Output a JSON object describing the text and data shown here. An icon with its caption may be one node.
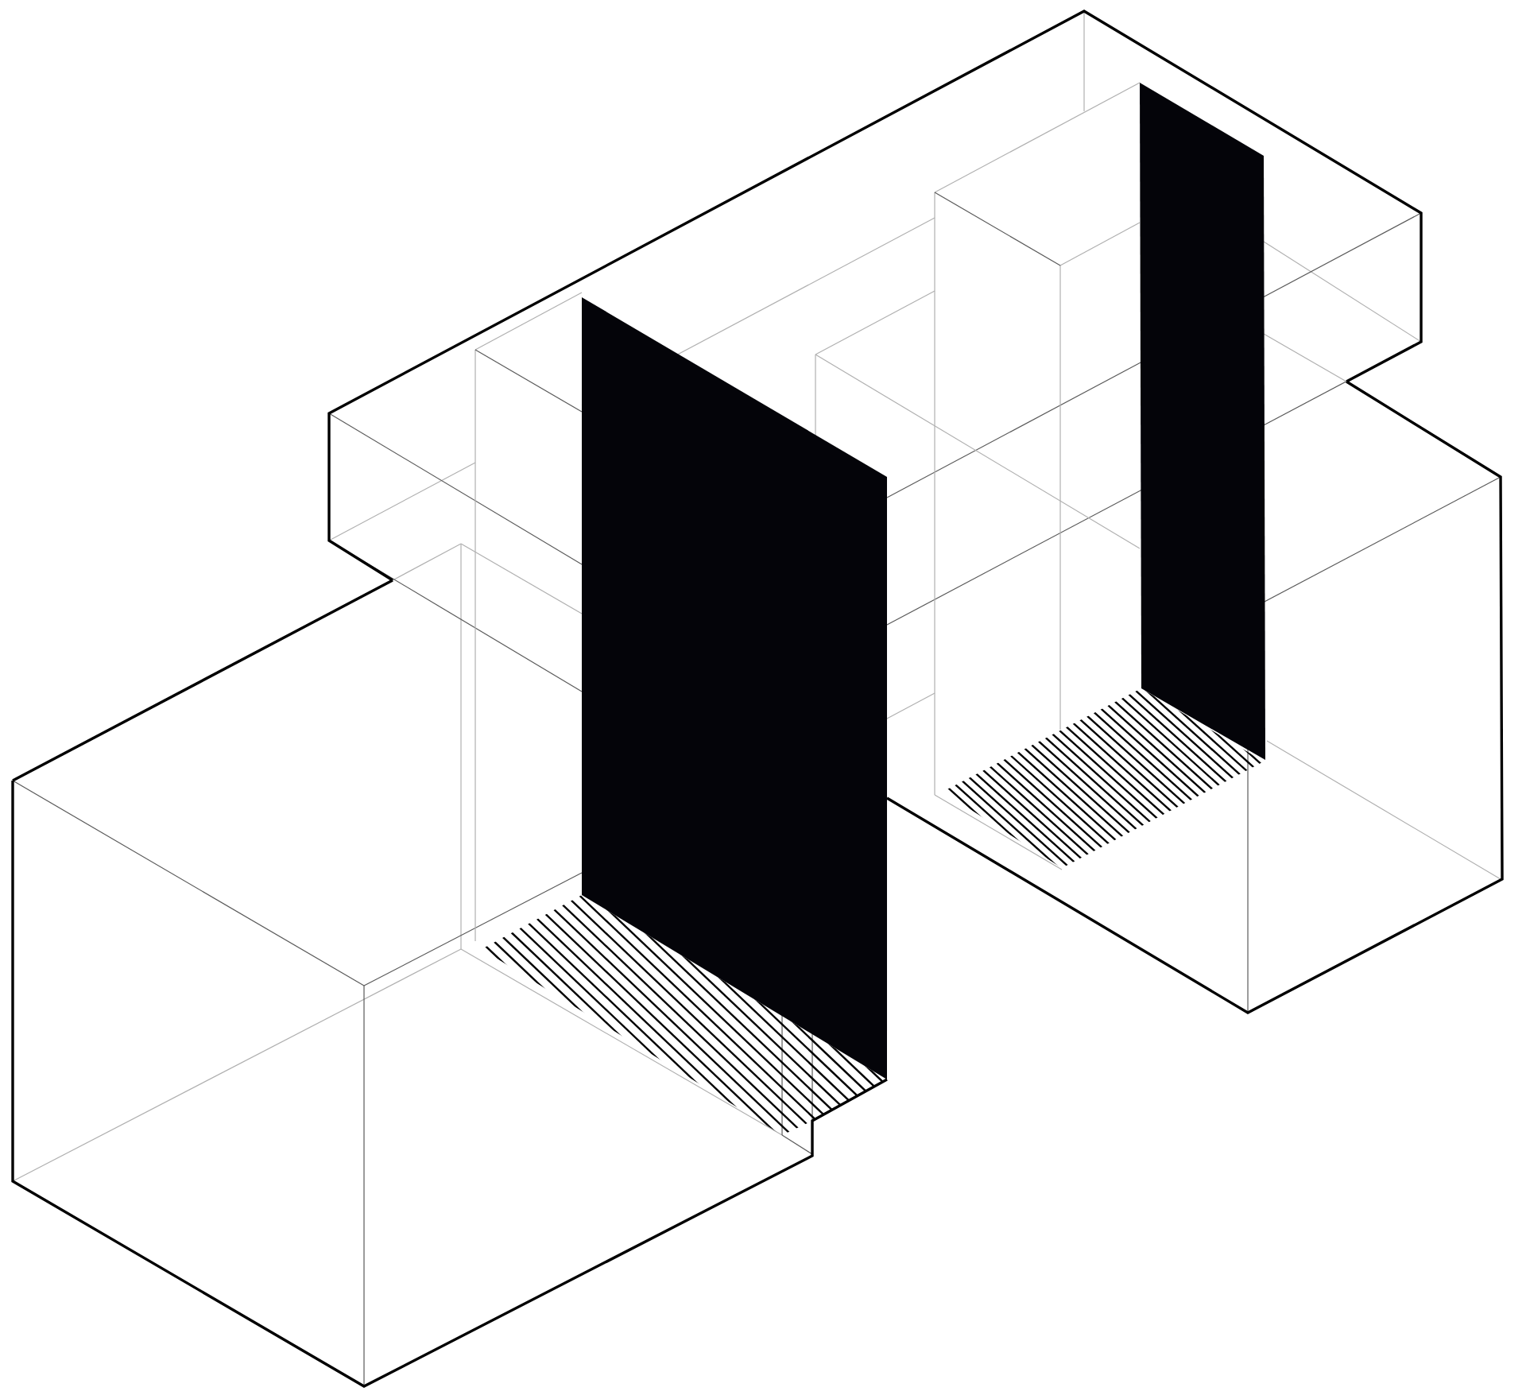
{
  "diagram": {
    "nodes": [
      {
        "text": [],
        "shape": "box"
      },
      {
        "text": [],
        "shape": "box"
      },
      {
        "text": [],
        "shape": "box"
      },
      {
        "text": [],
        "shape": "box"
      },
      {
        "text": [],
        "shape": "box"
      },
      {
        "text": [],
        "shape": "panel"
      },
      {
        "text": [],
        "shape": "panel"
      }
    ]
  }
}
